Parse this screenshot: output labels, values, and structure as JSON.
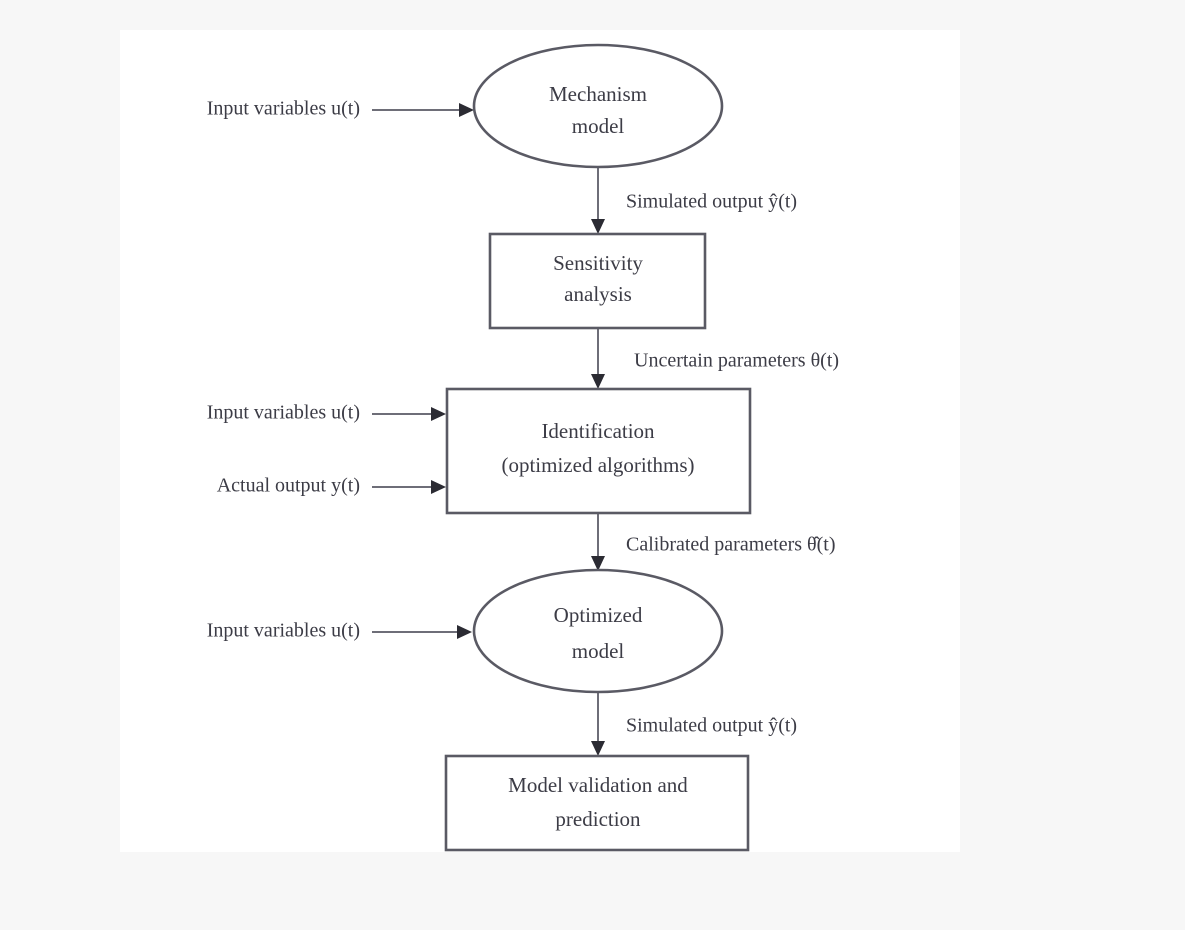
{
  "figure": {
    "background_color": "#f7f7f7",
    "canvas_color": "#ffffff",
    "outline_color": "#5a5a64",
    "connector_color": "#6e6e78",
    "text_color": "#3c3c46"
  },
  "chart_data": {
    "type": "diagram",
    "title": "",
    "nodes": [
      {
        "id": "mechanism-model",
        "shape": "ellipse",
        "line1": "Mechanism",
        "line2": "model"
      },
      {
        "id": "sensitivity",
        "shape": "rectangle",
        "line1": "Sensitivity",
        "line2": "analysis"
      },
      {
        "id": "identification",
        "shape": "rectangle",
        "line1": "Identification",
        "line2": "(optimized algorithms)"
      },
      {
        "id": "optimized-model",
        "shape": "ellipse",
        "line1": "Optimized",
        "line2": "model"
      },
      {
        "id": "model-validation",
        "shape": "rectangle",
        "line1": "Model validation and",
        "line2": "prediction"
      }
    ],
    "vertical_edges": [
      {
        "id": "edge-sim-output-1",
        "from": "mechanism-model",
        "to": "sensitivity",
        "label": "Simulated output   ŷ(t)"
      },
      {
        "id": "edge-uncertain-parameters",
        "from": "sensitivity",
        "to": "identification",
        "label": "Uncertain parameters  θ(t)"
      },
      {
        "id": "edge-calibrated-params",
        "from": "identification",
        "to": "optimized-model",
        "label": "Calibrated parameters   θ̂(t)"
      },
      {
        "id": "edge-sim-output-2",
        "from": "optimized-model",
        "to": "model-validation",
        "label": "Simulated output   ŷ(t)"
      }
    ],
    "side_inputs": [
      {
        "id": "input-mechanism",
        "target": "mechanism-model",
        "label": "Input variables  u(t)"
      },
      {
        "id": "input-identification",
        "target": "identification",
        "label": "Input variables u(t)"
      },
      {
        "id": "actual-output",
        "target": "identification",
        "label": "Actual output  y(t)"
      },
      {
        "id": "input-optimized",
        "target": "optimized-model",
        "label": "Input variables u(t)"
      }
    ]
  }
}
